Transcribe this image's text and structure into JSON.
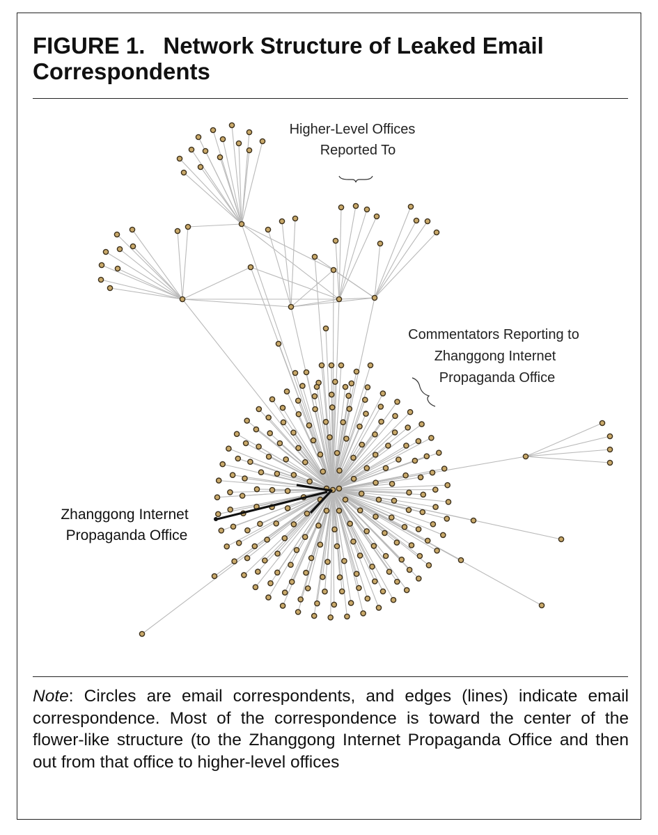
{
  "figure": {
    "label": "FIGURE 1.",
    "title": "Network Structure of Leaked Email Correspondents"
  },
  "annotations": {
    "higher_level": [
      "Higher-Level Offices",
      "Reported To"
    ],
    "commentators": [
      "Commentators Reporting to",
      "Zhanggong Internet",
      "Propaganda Office"
    ],
    "center_office": [
      "Zhanggong Internet",
      "Propaganda Office"
    ]
  },
  "note": {
    "label": "Note",
    "text": ": Circles are email correspondents, and edges (lines) indicate email correspondence. Most of the correspondence is toward the center of the flower-like structure (to the Zhanggong Internet Propaganda Office and then out from that office to higher-level offices"
  },
  "colors": {
    "node_fill": "#c9a96a",
    "node_stroke": "#3a2e1a",
    "edge": "#b9b9b9",
    "arrow": "#111111"
  }
}
